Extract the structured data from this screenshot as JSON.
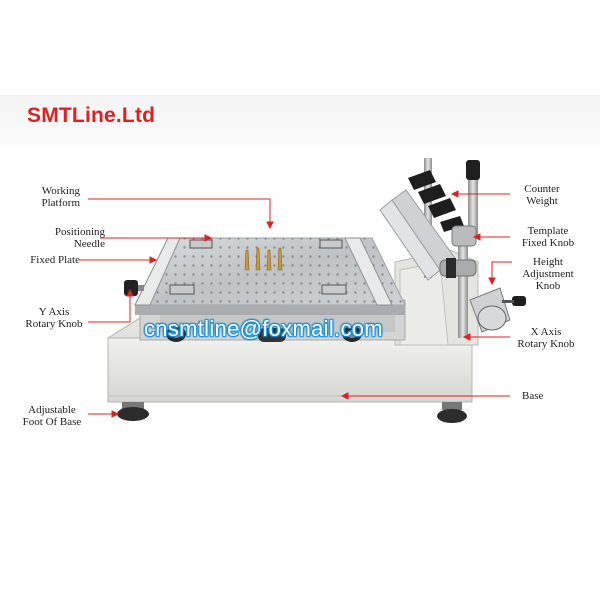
{
  "brand": {
    "logo_text": "SMTLine.Ltd",
    "logo_color": "#e02020"
  },
  "watermark": {
    "text": "cnsmtline@foxmail.com",
    "color": "#1a8fd6"
  },
  "callout_color": "#e02020",
  "labels": {
    "working_platform": "Working\nPlatform",
    "positioning_needle": "Positioning\nNeedle",
    "fixed_plate": "Fixed Plate",
    "y_axis_rotary_knob": "Y Axis\nRotary Knob",
    "adjustable_foot": "Adjustable\nFoot Of Base",
    "counter_weight": "Counter\nWeight",
    "template_fixed_knob": "Template\nFixed Knob",
    "height_adjustment_knob": "Height\nAdjustment\nKnob",
    "x_axis_rotary_knob": "X Axis\nRotary Knob",
    "base": "Base"
  }
}
